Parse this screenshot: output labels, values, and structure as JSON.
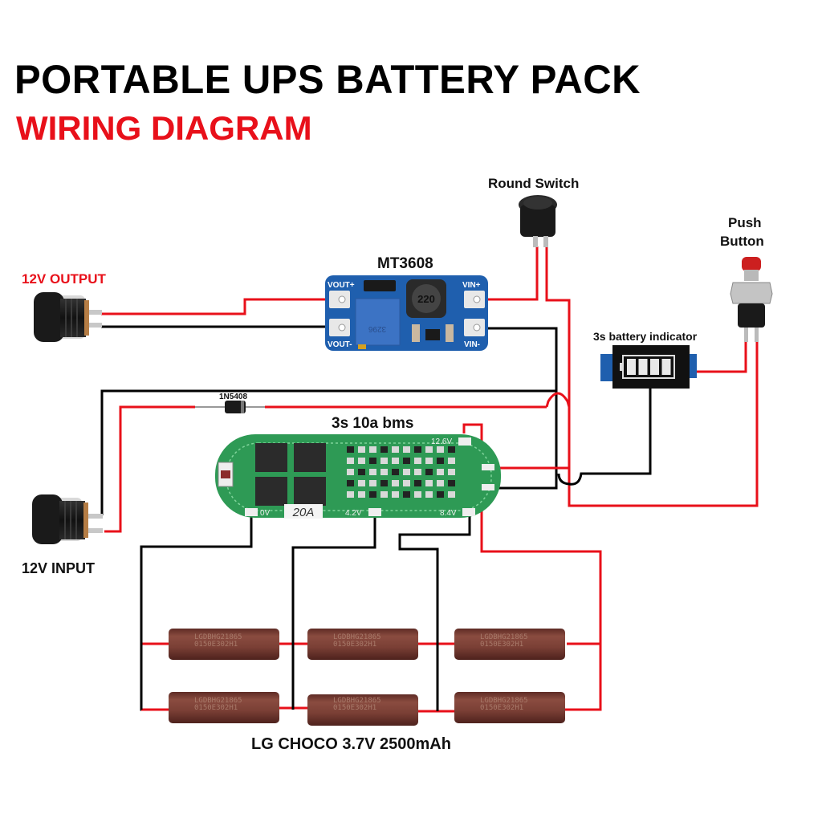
{
  "header": {
    "title": "PORTABLE UPS BATTERY PACK",
    "subtitle": "WIRING DIAGRAM"
  },
  "colors": {
    "title": "#000000",
    "subtitle": "#e8101a",
    "wire_positive": "#e8101a",
    "wire_negative": "#000000",
    "pcb_blue": "#1f5fae",
    "pcb_green": "#2e9a55",
    "battery_brown": "#7a3f35"
  },
  "components": {
    "boost_converter": {
      "label": "MT3608",
      "inductor_marking": "220",
      "pot_marking": "3296",
      "pins": {
        "vout_plus": "VOUT+",
        "vout_minus": "VOUT-",
        "vin_plus": "VIN+",
        "vin_minus": "VIN-"
      }
    },
    "output_jack": {
      "label": "12V OUTPUT"
    },
    "input_jack": {
      "label": "12V INPUT"
    },
    "diode": {
      "label": "1N5408"
    },
    "bms": {
      "label": "3s 10a bms",
      "rating": "20A",
      "pins": {
        "p0": "0V",
        "p1": "4.2V",
        "p2": "8.4V",
        "p3": "12.6V"
      }
    },
    "round_switch": {
      "label": "Round Switch"
    },
    "push_button": {
      "label_line1": "Push",
      "label_line2": "Button"
    },
    "battery_indicator": {
      "label": "3s battery indicator",
      "bars": 4
    },
    "cells": {
      "label": "LG CHOCO 3.7V 2500mAh",
      "marking_line1": "LGDBHG21865",
      "marking_line2": "0150E302H1",
      "count": 6,
      "configuration": "3S2P"
    }
  }
}
